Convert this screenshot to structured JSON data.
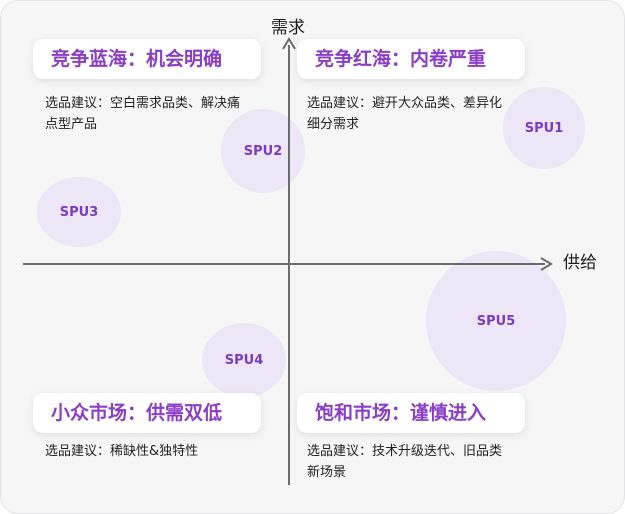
{
  "axes": {
    "y_label": "需求",
    "x_label": "供给"
  },
  "quadrants": {
    "top_left": {
      "title": "竞争蓝海：机会明确",
      "note": "选品建议：空白需求品类、解决痛点型产品"
    },
    "top_right": {
      "title": "竞争红海：内卷严重",
      "note": "选品建议：避开大众品类、差异化细分需求"
    },
    "bottom_left": {
      "title": "小众市场：供需双低",
      "note": "选品建议：稀缺性&独特性"
    },
    "bottom_right": {
      "title": "饱和市场：谨慎进入",
      "note": "选品建议：技术升级迭代、旧品类新场景"
    }
  },
  "spus": [
    {
      "label": "SPU1"
    },
    {
      "label": "SPU2"
    },
    {
      "label": "SPU3"
    },
    {
      "label": "SPU4"
    },
    {
      "label": "SPU5"
    }
  ],
  "colors": {
    "accent": "#8a3ec8",
    "bubble_fill": "#ede6f6",
    "bubble_text": "#7a3cc0",
    "axis": "#6b6b6b"
  }
}
